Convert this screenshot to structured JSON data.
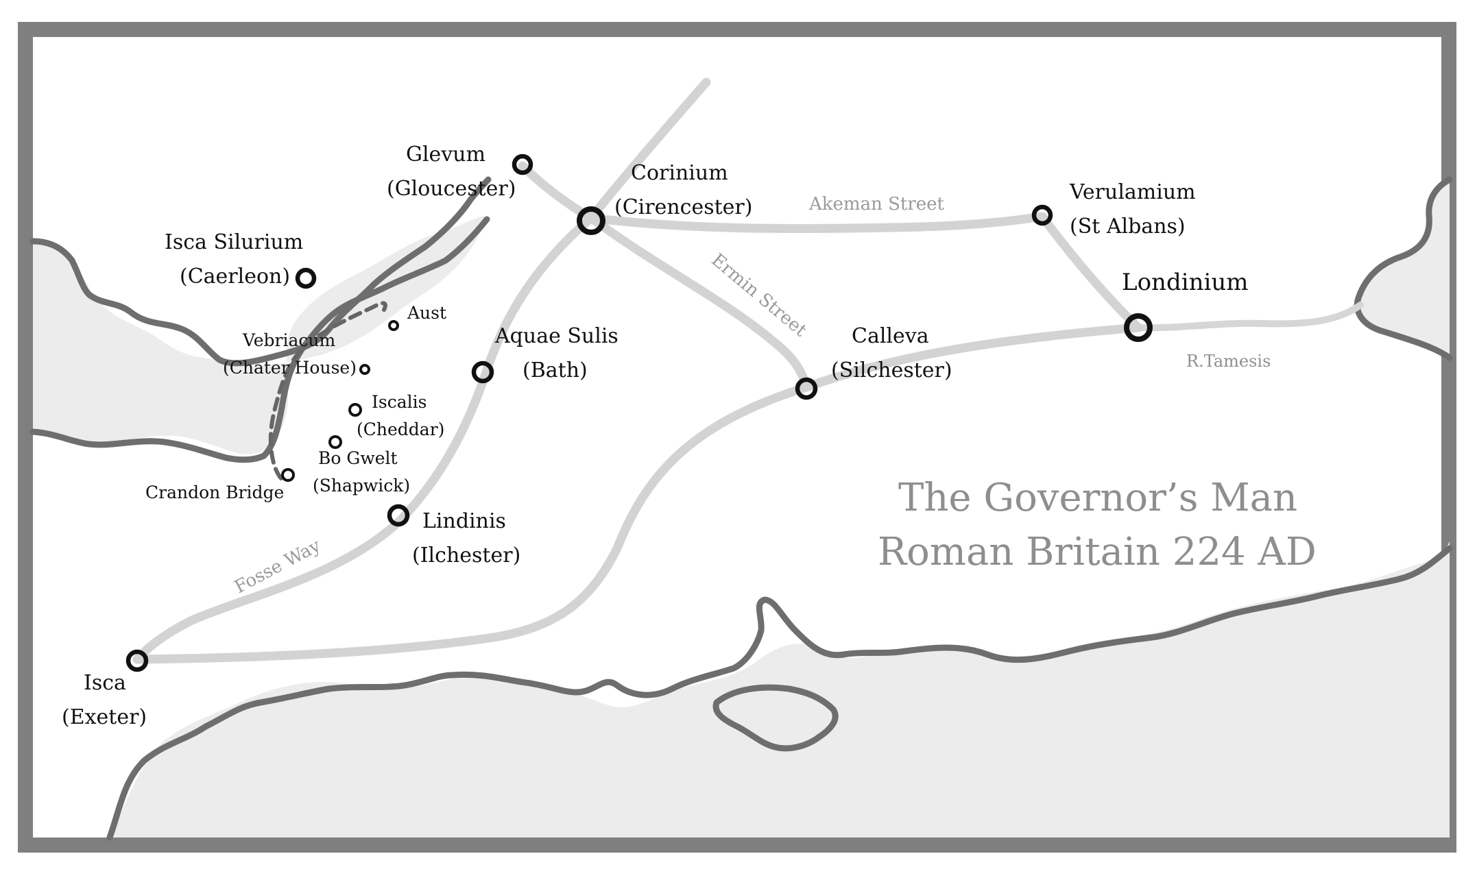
{
  "title": {
    "line1": "The Governor’s Man",
    "line2": "Roman Britain 224 AD"
  },
  "towns": {
    "glevum": {
      "name": "Glevum",
      "modern": "(Gloucester)"
    },
    "corinium": {
      "name": "Corinium",
      "modern": "(Cirencester)"
    },
    "verulamium": {
      "name": "Verulamium",
      "modern": "(St Albans)"
    },
    "londinium": {
      "name": "Londinium"
    },
    "isca_silurium": {
      "name": "Isca Silurium",
      "modern": "(Caerleon)"
    },
    "aust": {
      "name": "Aust"
    },
    "vebriacum": {
      "name": "Vebriacum",
      "modern": "(Chater House)"
    },
    "aquae_sulis": {
      "name": "Aquae Sulis",
      "modern": "(Bath)"
    },
    "calleva": {
      "name": "Calleva",
      "modern": "(Silchester)"
    },
    "iscalis": {
      "name": "Iscalis",
      "modern": "(Cheddar)"
    },
    "bo_gwelt": {
      "name": "Bo Gwelt",
      "modern": "(Shapwick)"
    },
    "crandon_bridge": {
      "name": "Crandon Bridge"
    },
    "lindinis": {
      "name": "Lindinis",
      "modern": "(Ilchester)"
    },
    "isca": {
      "name": "Isca",
      "modern": "(Exeter)"
    }
  },
  "roads": {
    "akeman_street": "Akeman Street",
    "ermin_street": "Ermin Street",
    "fosse_way": "Fosse Way"
  },
  "rivers": {
    "tamesis": "R.Tamesis"
  },
  "colors": {
    "frame": "#7f7f7f",
    "sea": "#ececec",
    "road": "#d3d3d3",
    "coast": "#6e6e6e",
    "title": "#8e8e8e"
  }
}
